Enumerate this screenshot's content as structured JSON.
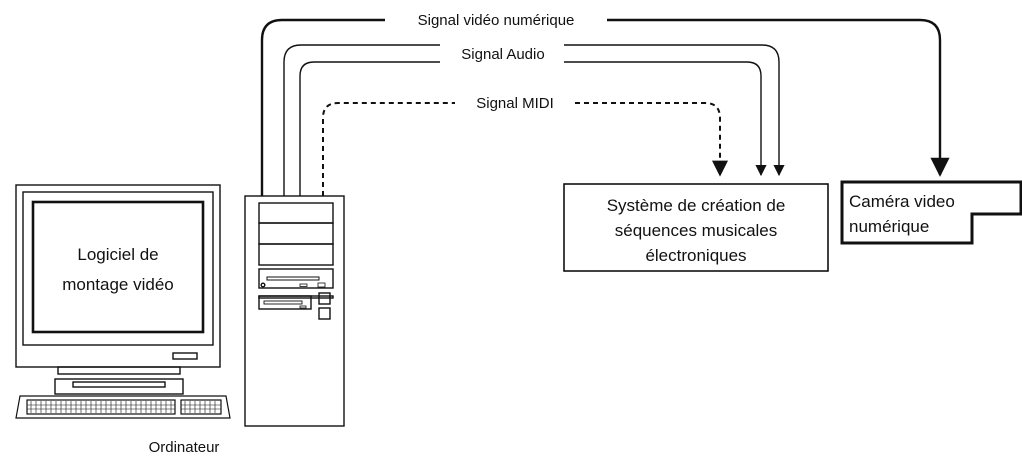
{
  "signals": {
    "video": "Signal vidéo numérique",
    "audio": "Signal Audio",
    "midi": "Signal MIDI"
  },
  "computer": {
    "screen_line1": "Logiciel de",
    "screen_line2": "montage vidéo",
    "caption": "Ordinateur"
  },
  "sequencer": {
    "line1": "Système de création de",
    "line2": "séquences musicales",
    "line3": "électroniques"
  },
  "camera": {
    "line1": "Caméra video",
    "line2": "numérique"
  },
  "colors": {
    "stroke": "#111111",
    "background": "#ffffff",
    "panel": "#f4f4f4"
  }
}
